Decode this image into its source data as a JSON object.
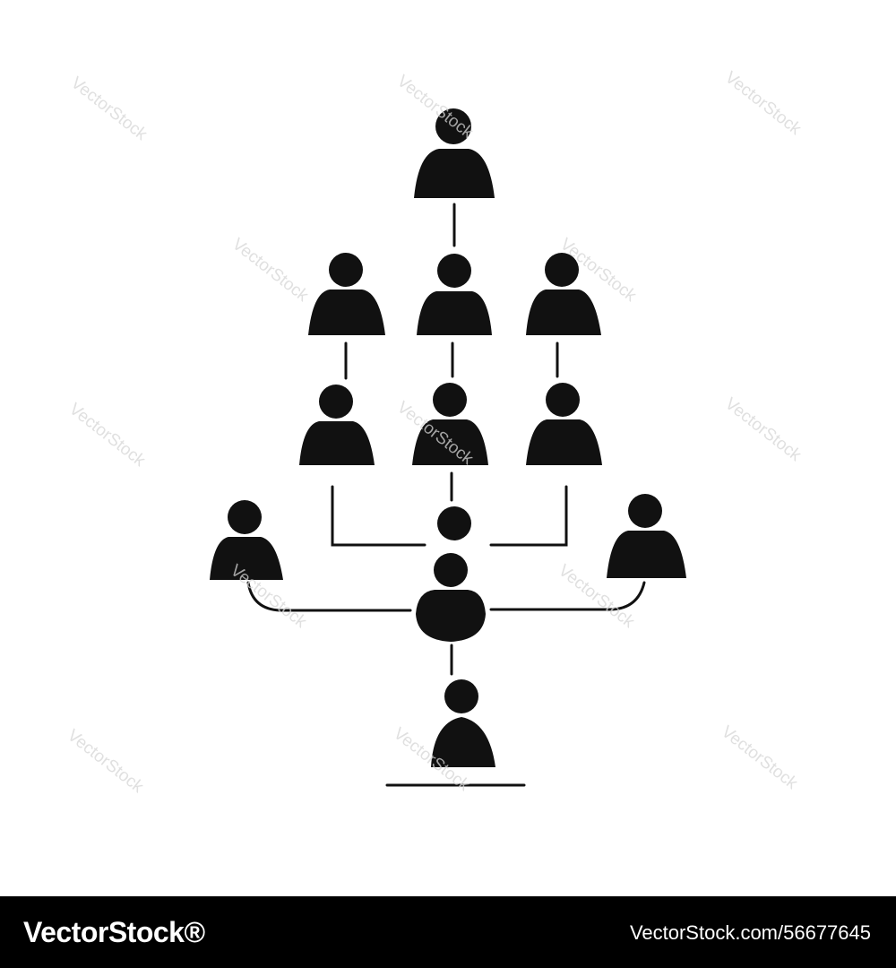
{
  "diagram": {
    "people": [
      {
        "id": "root",
        "role": "top"
      },
      {
        "id": "l2-left"
      },
      {
        "id": "l2-center"
      },
      {
        "id": "l2-right"
      },
      {
        "id": "l3-left"
      },
      {
        "id": "l3-center"
      },
      {
        "id": "l3-right"
      },
      {
        "id": "hub-head"
      },
      {
        "id": "hub"
      },
      {
        "id": "side-left"
      },
      {
        "id": "side-right"
      },
      {
        "id": "bottom"
      }
    ],
    "colors": {
      "ink": "#111111",
      "background": "#ffffff",
      "footer": "#000000",
      "watermark": "#d6d6d6"
    }
  },
  "watermark": {
    "text": "VectorStock"
  },
  "footer": {
    "brand": "VectorStock®",
    "url": "VectorStock.com/56677645"
  }
}
